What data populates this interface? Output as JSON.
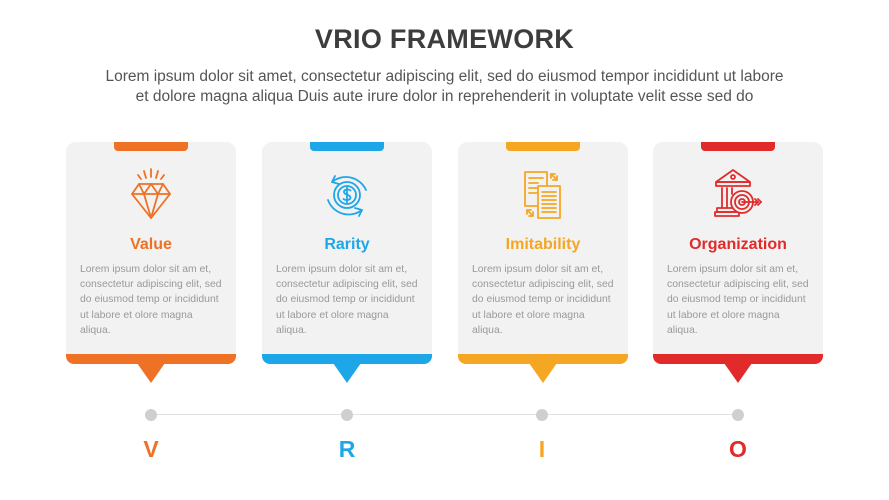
{
  "header": {
    "title": "VRIO FRAMEWORK",
    "subtitle_line1": "Lorem ipsum dolor sit amet, consectetur adipiscing elit, sed do eiusmod tempor incididunt ut labore",
    "subtitle_line2": "et dolore magna aliqua Duis aute irure dolor in reprehenderit in voluptate velit esse sed do"
  },
  "cards": [
    {
      "title": "Value",
      "icon": "diamond-icon",
      "color": "#ee7125",
      "text": "Lorem ipsum dolor sit am et, consectetur adipiscing elit, sed do eiusmod temp or incididunt ut labore et olore magna aliqua.",
      "letter": "V"
    },
    {
      "title": "Rarity",
      "icon": "dollar-cycle-icon",
      "color": "#1ea7e8",
      "text": "Lorem ipsum dolor sit am et, consectetur adipiscing elit, sed do eiusmod temp or incididunt ut labore et olore magna aliqua.",
      "letter": "R"
    },
    {
      "title": "Imitability",
      "icon": "copy-documents-icon",
      "color": "#f5a623",
      "text": "Lorem ipsum dolor sit am et, consectetur adipiscing elit, sed do eiusmod temp or incididunt ut labore et olore magna aliqua.",
      "letter": "I"
    },
    {
      "title": "Organization",
      "icon": "bank-target-icon",
      "color": "#e12b2b",
      "text": "Lorem ipsum dolor sit am et, consectetur adipiscing elit, sed do eiusmod temp or incididunt ut labore et olore magna aliqua.",
      "letter": "O"
    }
  ],
  "colors": {
    "title": "#3d3d3d",
    "card_bg": "#f2f2f2",
    "timeline_dot": "#cfcfcf",
    "timeline_line": "#e2e2e2"
  }
}
